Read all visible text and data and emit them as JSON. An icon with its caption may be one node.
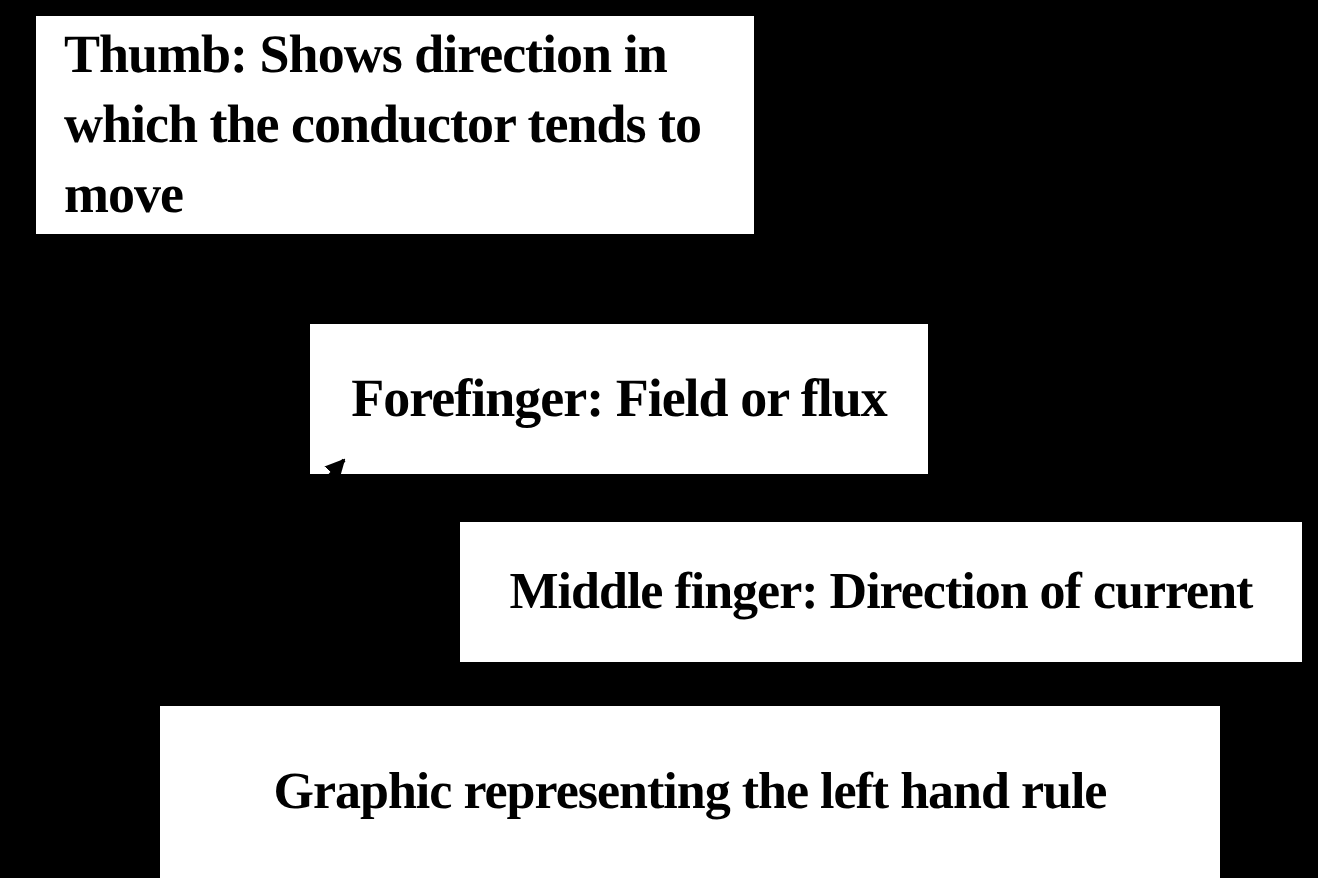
{
  "diagram": {
    "nodes": [
      {
        "text": [
          "Thumb: Shows direction in which the conductor tends to move"
        ]
      },
      {
        "text": [
          "Forefinger: Field or flux"
        ]
      },
      {
        "text": [
          "Middle finger: Direction of current"
        ]
      },
      {
        "text": [
          "Graphic representing the left hand rule"
        ]
      }
    ],
    "edges": [
      {
        "from": null,
        "to": 1,
        "arrow": "to"
      }
    ]
  }
}
